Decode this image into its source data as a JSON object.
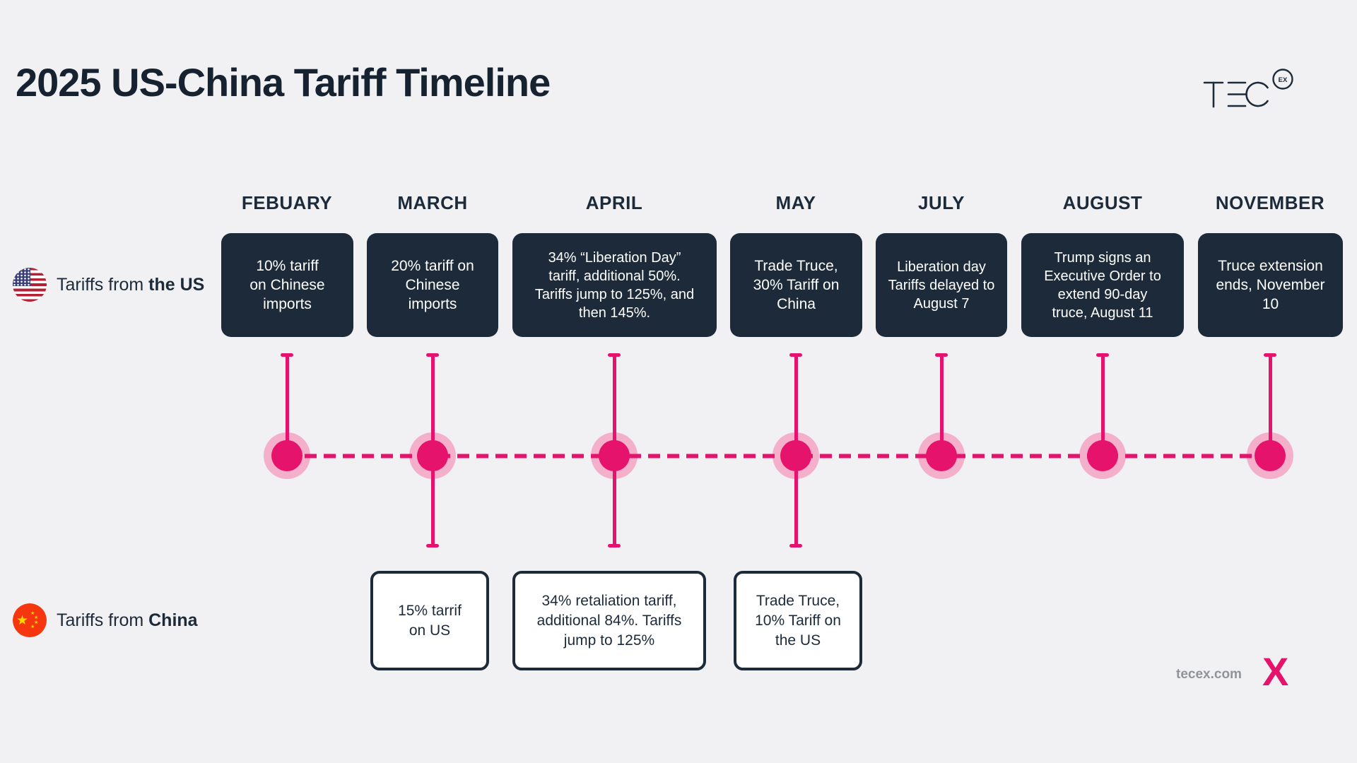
{
  "title": "2025 US-China Tariff Timeline",
  "logo": {
    "brand": "TEC",
    "badge": "EX"
  },
  "legend": {
    "us": {
      "prefix": "Tariffs from",
      "bold": "the US"
    },
    "china": {
      "prefix": "Tariffs from",
      "bold": "China"
    }
  },
  "timeline": {
    "columns": [
      {
        "month": "FEBUARY",
        "us": "10% tariff\non Chinese\nimports"
      },
      {
        "month": "MARCH",
        "us": "20% tariff on\nChinese\nimports",
        "china": "15% tarrif\non US"
      },
      {
        "month": "APRIL",
        "us": "34% “Liberation Day”\ntariff, additional 50%.\nTariffs jump to 125%, and\nthen 145%.",
        "china": "34% retaliation tariff,\nadditional 84%. Tariffs\njump to 125%"
      },
      {
        "month": "MAY",
        "us": "Trade Truce,\n30% Tariff on\nChina",
        "china": "Trade Truce,\n10% Tariff on\nthe US"
      },
      {
        "month": "JULY",
        "us": "Liberation day\nTariffs delayed to\nAugust 7"
      },
      {
        "month": "AUGUST",
        "us": "Trump signs an\nExecutive Order to\nextend 90-day\ntruce, August 11"
      },
      {
        "month": "NOVEMBER",
        "us": "Truce extension\nends, November\n10"
      }
    ]
  },
  "footer": {
    "website": "tecex.com",
    "x_mark": "X"
  },
  "colors": {
    "navy": "#1c2a3a",
    "pink": "#e5136c",
    "pink_halo": "#f4b0cb",
    "background": "#f1f1f3",
    "gray_text": "#909498",
    "flag_red": "#b32234",
    "flag_blue": "#3b3f77",
    "china_red": "#f5360f",
    "china_yellow": "#ffd400"
  }
}
